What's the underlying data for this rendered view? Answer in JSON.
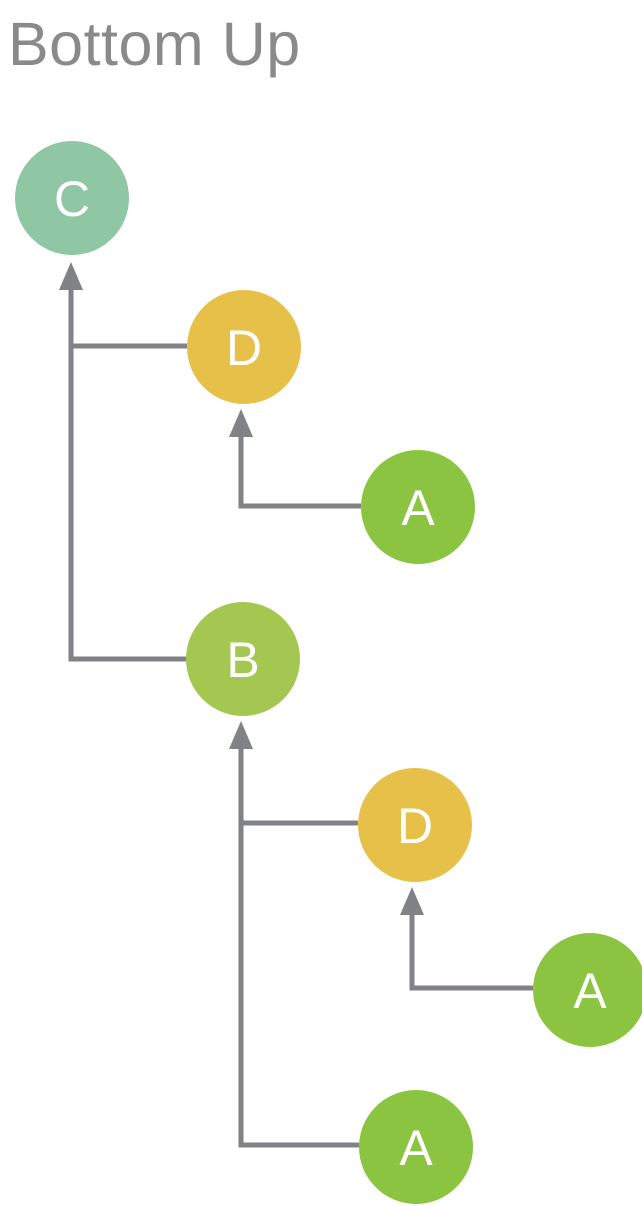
{
  "title": "Bottom Up",
  "colors": {
    "background": "#FFFFFF",
    "title": "#8A8A8A",
    "line": "#808285",
    "node_label": "#FFFFFF",
    "c_node": "#8FC6A3",
    "d_node": "#E7C04A",
    "b_node": "#A4C751",
    "a_node": "#8BC440"
  },
  "diagram": {
    "type": "tree",
    "direction": "bottom-up",
    "arrow_meaning": "child points up to parent"
  },
  "nodes": [
    {
      "id": "c",
      "label": "C",
      "color": "#8FC6A3"
    },
    {
      "id": "d1",
      "label": "D",
      "color": "#E7C04A"
    },
    {
      "id": "a1",
      "label": "A",
      "color": "#8BC440"
    },
    {
      "id": "b",
      "label": "B",
      "color": "#A4C751"
    },
    {
      "id": "d2",
      "label": "D",
      "color": "#E7C04A"
    },
    {
      "id": "a2",
      "label": "A",
      "color": "#8BC440"
    },
    {
      "id": "a3",
      "label": "A",
      "color": "#8BC440"
    }
  ],
  "edges": [
    {
      "from": "d1",
      "to": "c"
    },
    {
      "from": "b",
      "to": "c"
    },
    {
      "from": "a1",
      "to": "d1"
    },
    {
      "from": "d2",
      "to": "b"
    },
    {
      "from": "a3",
      "to": "b"
    },
    {
      "from": "a2",
      "to": "d2"
    }
  ]
}
